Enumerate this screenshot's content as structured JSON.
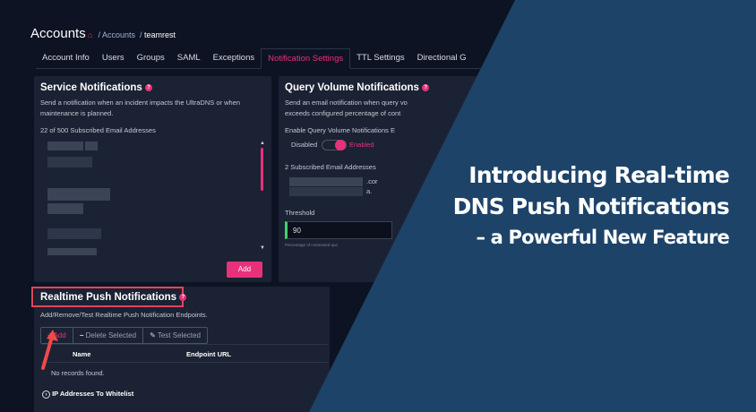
{
  "page": {
    "title": "Accounts",
    "breadcrumb": [
      "Accounts",
      "teamrest"
    ]
  },
  "tabs": [
    "Account Info",
    "Users",
    "Groups",
    "SAML",
    "Exceptions",
    "Notification Settings",
    "TTL Settings",
    "Directional G"
  ],
  "active_tab": "Notification Settings",
  "service": {
    "title": "Service Notifications",
    "desc": "Send a notification when an incident impacts the UltraDNS or when maintenance is planned.",
    "count": "22 of 500 Subscribed Email Addresses",
    "add": "Add"
  },
  "query": {
    "title": "Query Volume Notifications",
    "desc": "Send an email notification when query vo exceeds configured percentage of cont",
    "enable_label": "Enable Query Volume Notifications E",
    "disabled": "Disabled",
    "enabled": "Enabled",
    "toggle_on": true,
    "count": "2 Subscribed Email Addresses",
    "email_frag1": ".cor",
    "email_frag2": "a.",
    "threshold_label": "Threshold",
    "threshold": "90",
    "hint": "Percentage of contracted quo"
  },
  "realtime": {
    "title": "Realtime Push Notifications",
    "desc": "Add/Remove/Test Realtime Push Notification Endpoints.",
    "add": "Add",
    "delete": "Delete Selected",
    "test": "Test Selected",
    "col_name": "Name",
    "col_url": "Endpoint URL",
    "empty": "No records found.",
    "whitelist": "IP Addresses To Whitelist"
  },
  "headline": {
    "line1": "Introducing Real-time",
    "line2": "DNS Push Notifications",
    "line3": "– a Powerful New Feature"
  },
  "colors": {
    "accent": "#e8317a",
    "overlay": "#1d4369",
    "background": "#0d1322",
    "panel": "#1b2233"
  }
}
